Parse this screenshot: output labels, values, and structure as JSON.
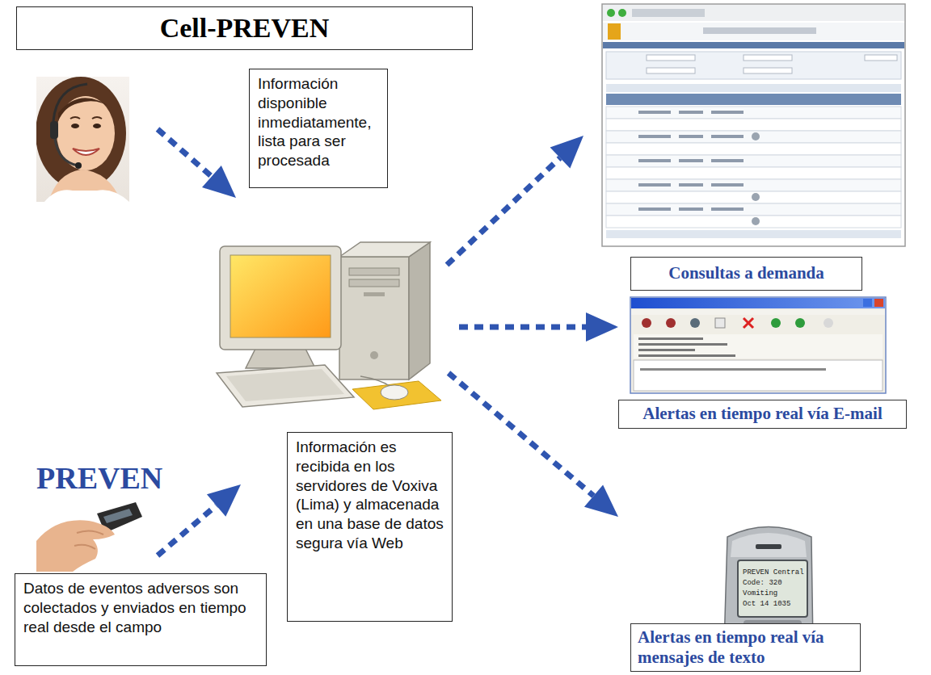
{
  "diagram": {
    "title": "Cell-PREVEN",
    "nodes": [
      {
        "text": [
          "Información disponible inmediatamente, lista para ser procesada"
        ]
      },
      {
        "text": [
          "Consultas a demanda"
        ]
      },
      {
        "text": [
          "Información es recibida en los servidores de Voxiva (Lima) y almacenada en una base de datos segura vía Web"
        ]
      },
      {
        "text": [
          "Alertas en tiempo real vía E-mail"
        ]
      },
      {
        "text": [
          "Datos de eventos adversos son colectados y enviados en tiempo real desde el campo"
        ]
      },
      {
        "text": [
          "Alertas en tiempo real vía mensajes de texto"
        ]
      }
    ],
    "labels": [
      "PREVEN",
      "PREVEN Central",
      "Code: 320",
      "Vomiting",
      "Oct 14 1035"
    ]
  }
}
